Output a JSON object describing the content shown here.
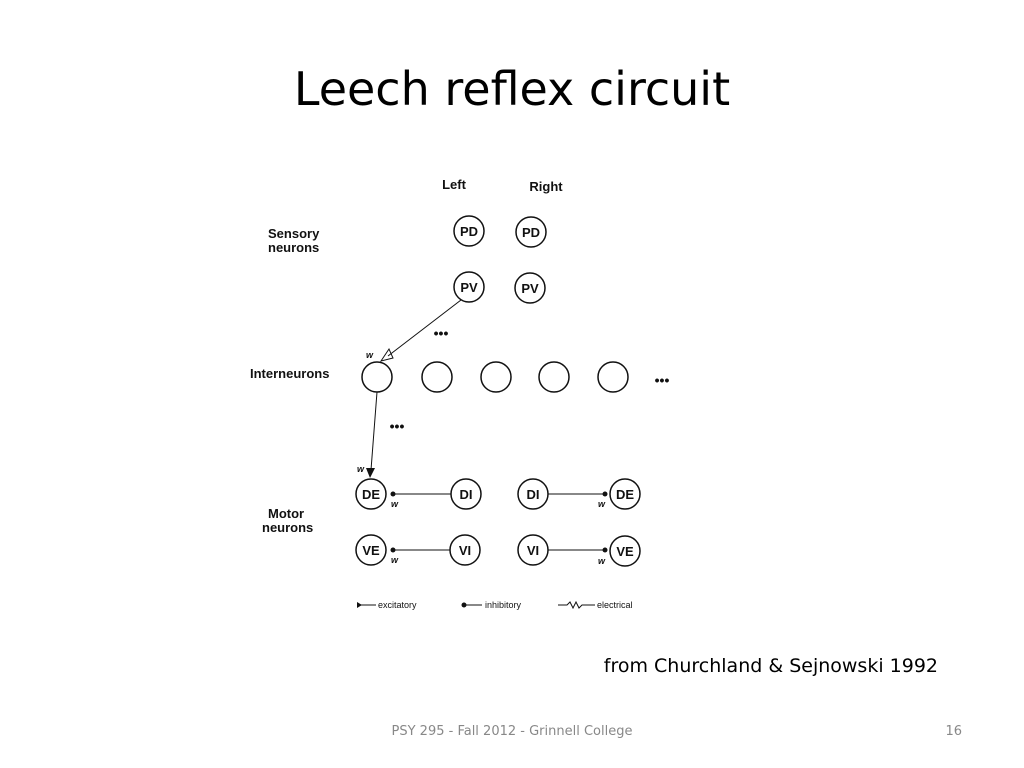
{
  "slide": {
    "title": "Leech reflex circuit",
    "citation": "from Churchland & Sejnowski 1992",
    "footer": "PSY 295 - Fall 2012 - Grinnell College",
    "page_number": "16"
  },
  "diagram": {
    "column_labels": [
      "Left",
      "Right"
    ],
    "row_labels": {
      "sensory": [
        "Sensory",
        "neurons"
      ],
      "interneurons": [
        "Interneurons"
      ],
      "motor": [
        "Motor",
        "neurons"
      ]
    },
    "sensory_neurons": [
      "PD",
      "PD",
      "PV",
      "PV"
    ],
    "motor_neurons": [
      "DE",
      "DI",
      "DI",
      "DE",
      "VE",
      "VI",
      "VI",
      "VE"
    ],
    "weight_label": "w",
    "ellipsis": "•••",
    "legend": {
      "excitatory": "excitatory",
      "inhibitory": "inhibitory",
      "electrical": "electrical"
    }
  }
}
